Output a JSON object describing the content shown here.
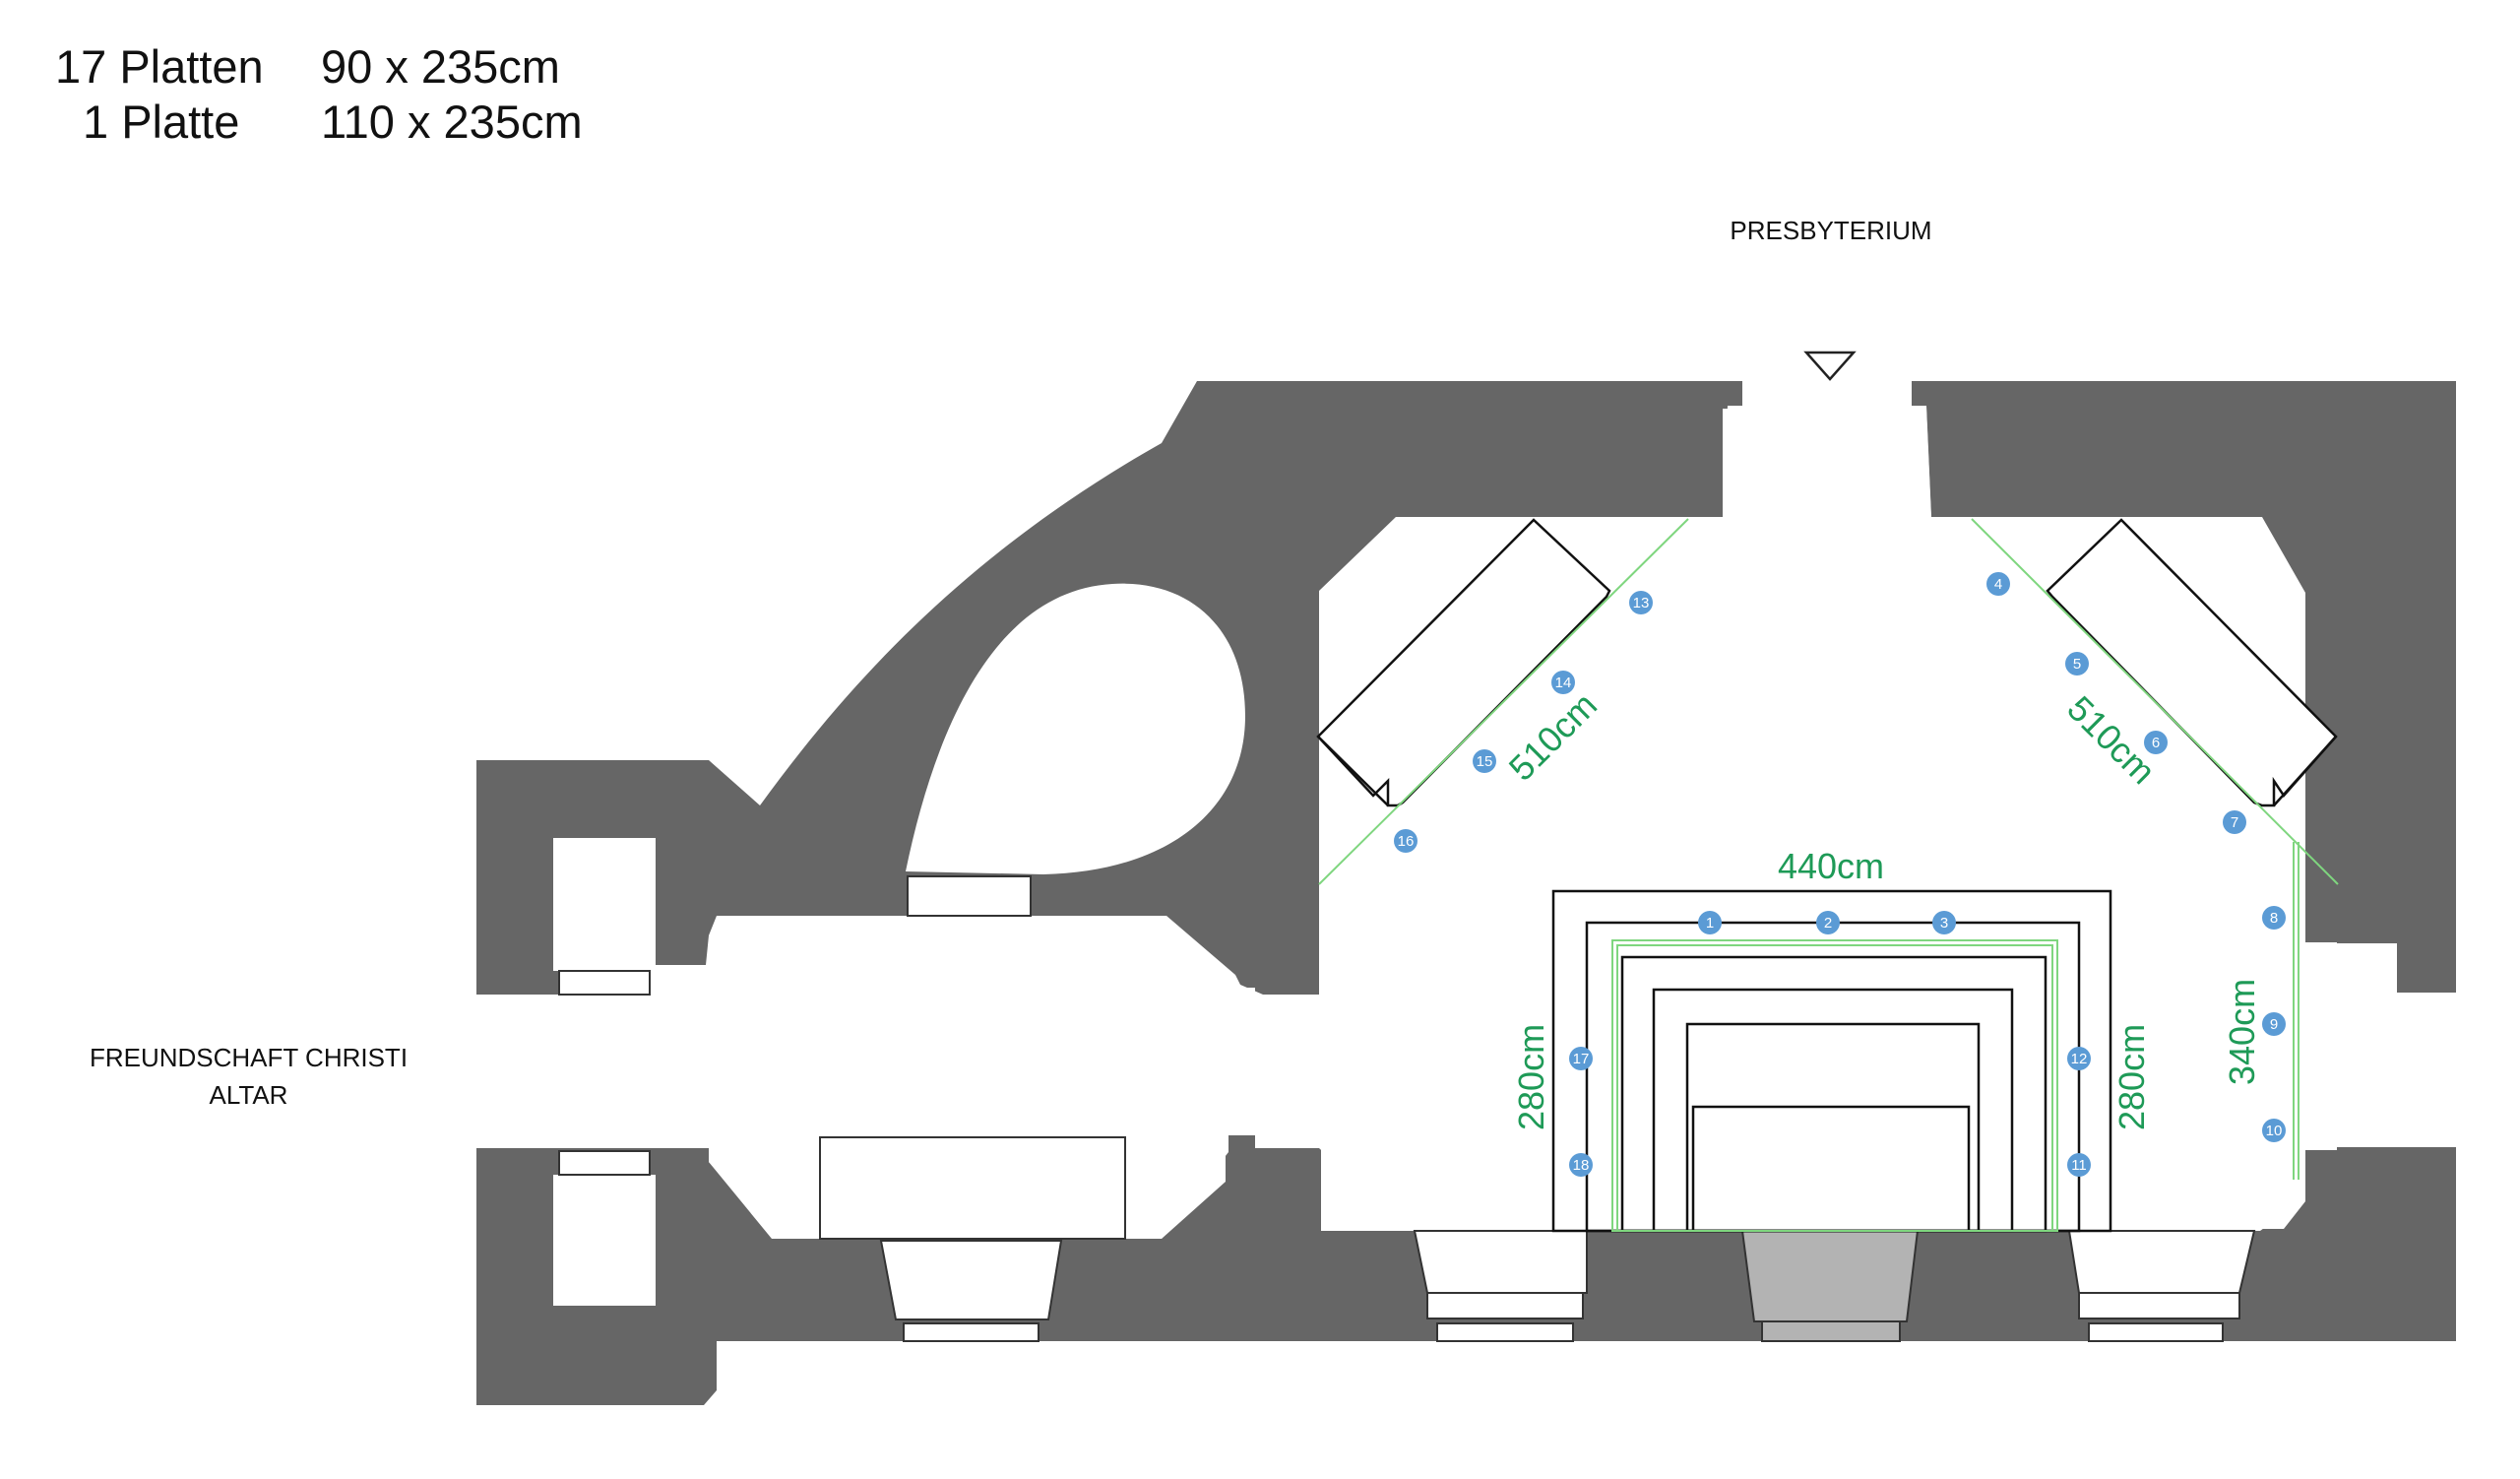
{
  "header": {
    "rows": [
      {
        "count": "17 Platten",
        "dims": "90 x 235cm"
      },
      {
        "count": "1 Platte",
        "dims": "110 x 235cm"
      }
    ]
  },
  "labels": {
    "presbyterium": "PRESBYTERIUM",
    "side_chapel_line1": "FREUNDSCHAFT CHRISTI",
    "side_chapel_line2": "ALTAR"
  },
  "dimensions": {
    "left_diagonal": "510cm",
    "right_diagonal": "510cm",
    "front_width": "440cm",
    "left_depth": "280cm",
    "right_depth": "280cm",
    "right_wall": "340cm"
  },
  "panels": [
    "1",
    "2",
    "3",
    "4",
    "5",
    "6",
    "7",
    "8",
    "9",
    "10",
    "11",
    "12",
    "13",
    "14",
    "15",
    "16",
    "17",
    "18"
  ],
  "colors": {
    "wall": "#666666",
    "dimension": "#1e9a57",
    "panel_line": "#7fd67f",
    "marker": "#5b9bd5",
    "pulpit": "#b3b3b3"
  }
}
